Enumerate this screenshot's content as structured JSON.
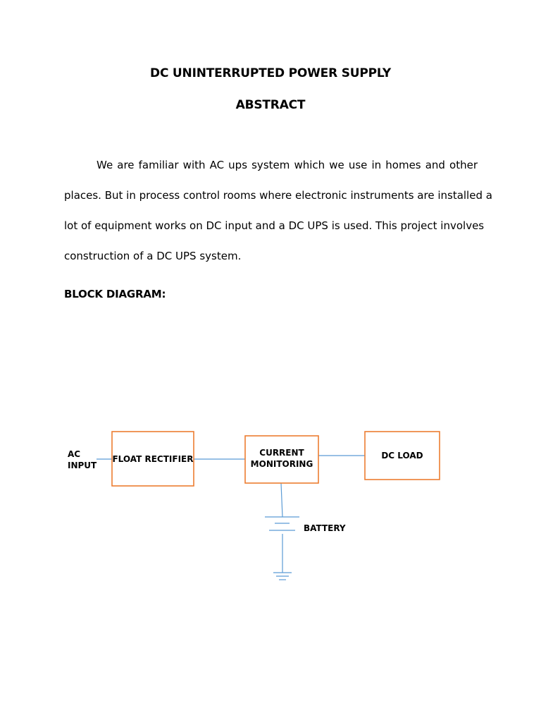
{
  "document": {
    "title": "DC UNINTERRUPTED POWER SUPPLY",
    "abstract_heading": "ABSTRACT",
    "abstract_lines": [
      "We are familiar with AC ups system which we use in homes and other",
      "places.  But in process control rooms where electronic instruments are installed a",
      "lot of equipment works on DC input and a DC UPS is used. This project involves",
      "construction of a DC UPS system."
    ],
    "block_diagram_heading": "BLOCK DIAGRAM:"
  },
  "diagram": {
    "input_label_line1": "AC",
    "input_label_line2": "INPUT",
    "rectifier_label": "FLOAT RECTIFIER",
    "monitor_label_line1": "CURRENT",
    "monitor_label_line2": "MONITORING",
    "load_label": "DC LOAD",
    "battery_label": "BATTERY",
    "box_border_color": "#ED7D31",
    "wire_color": "#5B9BD5"
  }
}
